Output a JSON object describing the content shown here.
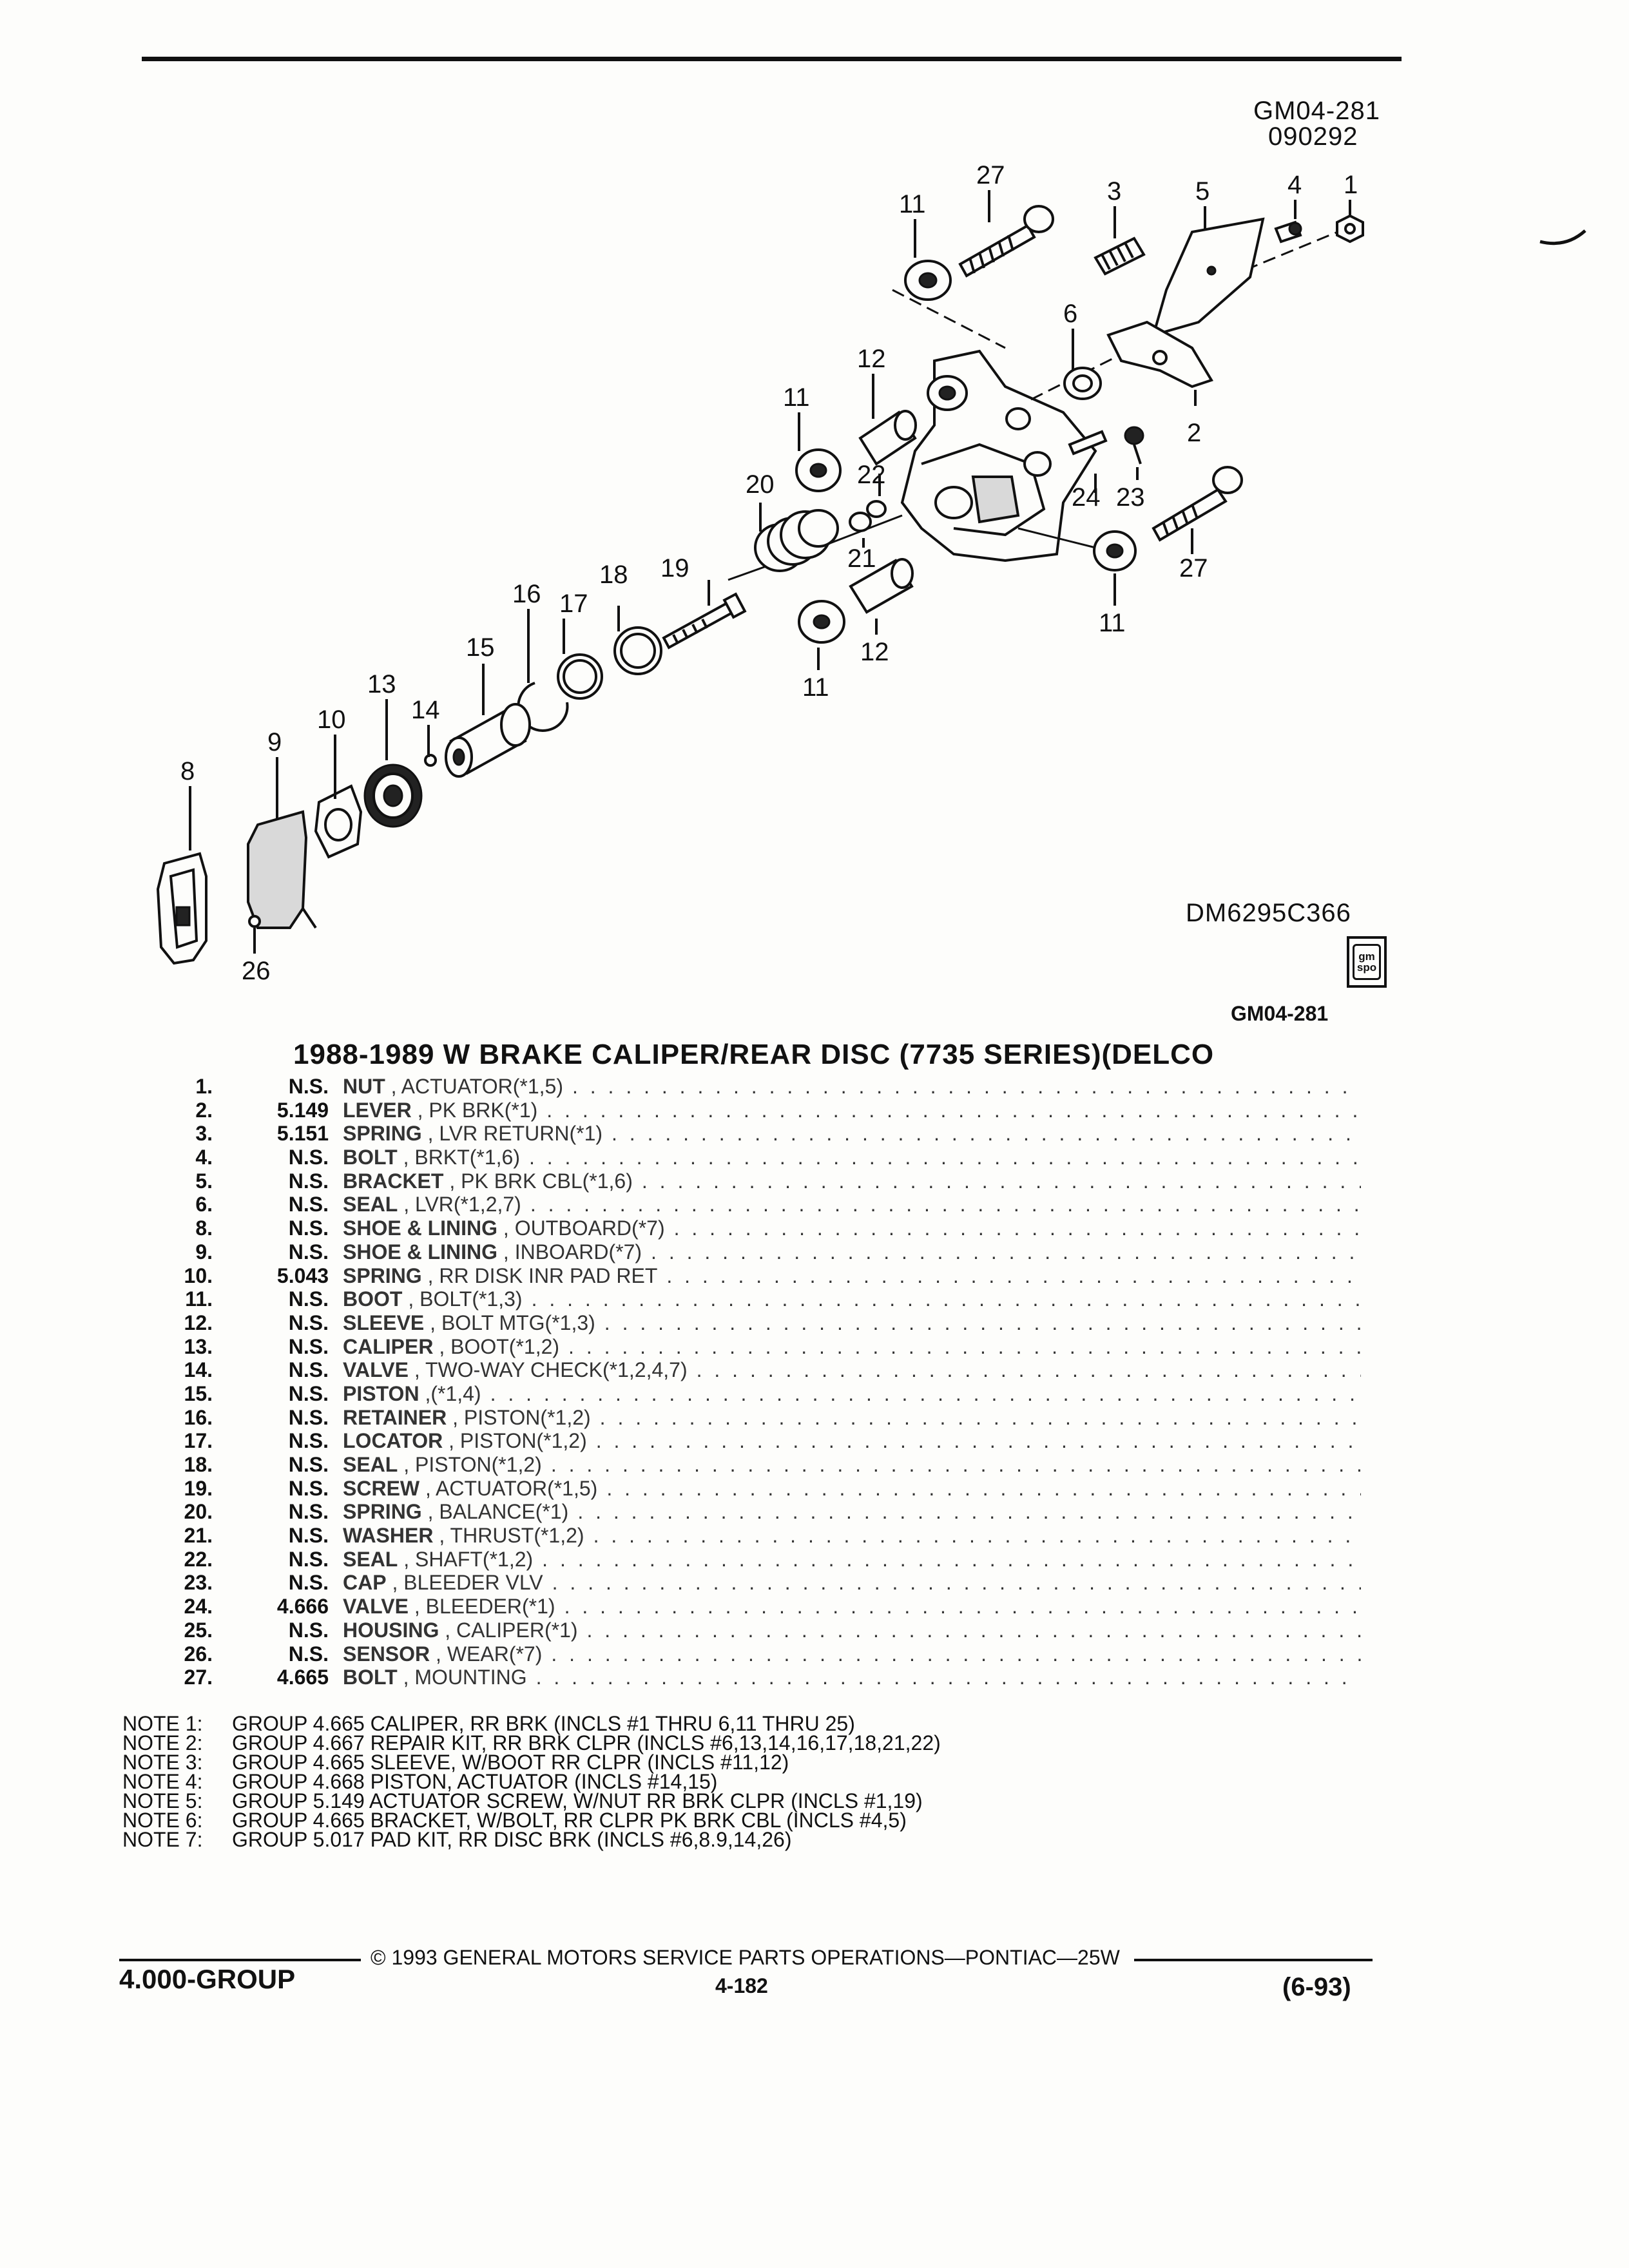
{
  "header": {
    "code1": "GM04-281",
    "code2": "090292"
  },
  "diagram": {
    "figure_id": "DM6295C366",
    "badge_text": "gm spo",
    "callouts": [
      "1",
      "2",
      "3",
      "4",
      "5",
      "6",
      "8",
      "9",
      "10",
      "11",
      "11",
      "11",
      "11",
      "12",
      "12",
      "13",
      "14",
      "15",
      "16",
      "17",
      "18",
      "19",
      "20",
      "21",
      "22",
      "23",
      "24",
      "26",
      "27",
      "27"
    ]
  },
  "section": {
    "code": "GM04-281",
    "title": "1988-1989 W BRAKE CALIPER/REAR DISC (7735 SERIES)(DELCO"
  },
  "parts": [
    {
      "num": "1.",
      "group": "N.S.",
      "name": "NUT",
      "desc": ", ACTUATOR(*1,5)"
    },
    {
      "num": "2.",
      "group": "5.149",
      "name": "LEVER",
      "desc": ", PK BRK(*1)"
    },
    {
      "num": "3.",
      "group": "5.151",
      "name": "SPRING",
      "desc": ", LVR RETURN(*1)"
    },
    {
      "num": "4.",
      "group": "N.S.",
      "name": "BOLT",
      "desc": ", BRKT(*1,6)"
    },
    {
      "num": "5.",
      "group": "N.S.",
      "name": "BRACKET",
      "desc": ", PK BRK CBL(*1,6)"
    },
    {
      "num": "6.",
      "group": "N.S.",
      "name": "SEAL",
      "desc": ", LVR(*1,2,7)"
    },
    {
      "num": "8.",
      "group": "N.S.",
      "name": "SHOE & LINING",
      "desc": ", OUTBOARD(*7)"
    },
    {
      "num": "9.",
      "group": "N.S.",
      "name": "SHOE & LINING",
      "desc": ", INBOARD(*7)"
    },
    {
      "num": "10.",
      "group": "5.043",
      "name": "SPRING",
      "desc": ", RR DISK INR PAD RET"
    },
    {
      "num": "11.",
      "group": "N.S.",
      "name": "BOOT",
      "desc": ", BOLT(*1,3)"
    },
    {
      "num": "12.",
      "group": "N.S.",
      "name": "SLEEVE",
      "desc": ", BOLT MTG(*1,3)"
    },
    {
      "num": "13.",
      "group": "N.S.",
      "name": "CALIPER",
      "desc": ", BOOT(*1,2)"
    },
    {
      "num": "14.",
      "group": "N.S.",
      "name": "VALVE",
      "desc": ", TWO-WAY CHECK(*1,2,4,7)"
    },
    {
      "num": "15.",
      "group": "N.S.",
      "name": "PISTON",
      "desc": ",(*1,4)"
    },
    {
      "num": "16.",
      "group": "N.S.",
      "name": "RETAINER",
      "desc": ", PISTON(*1,2)"
    },
    {
      "num": "17.",
      "group": "N.S.",
      "name": "LOCATOR",
      "desc": ", PISTON(*1,2)"
    },
    {
      "num": "18.",
      "group": "N.S.",
      "name": "SEAL",
      "desc": ", PISTON(*1,2)"
    },
    {
      "num": "19.",
      "group": "N.S.",
      "name": "SCREW",
      "desc": ", ACTUATOR(*1,5)"
    },
    {
      "num": "20.",
      "group": "N.S.",
      "name": "SPRING",
      "desc": ", BALANCE(*1)"
    },
    {
      "num": "21.",
      "group": "N.S.",
      "name": "WASHER",
      "desc": ", THRUST(*1,2)"
    },
    {
      "num": "22.",
      "group": "N.S.",
      "name": "SEAL",
      "desc": ", SHAFT(*1,2)"
    },
    {
      "num": "23.",
      "group": "N.S.",
      "name": "CAP",
      "desc": ", BLEEDER VLV"
    },
    {
      "num": "24.",
      "group": "4.666",
      "name": "VALVE",
      "desc": ", BLEEDER(*1)"
    },
    {
      "num": "25.",
      "group": "N.S.",
      "name": "HOUSING",
      "desc": ", CALIPER(*1)"
    },
    {
      "num": "26.",
      "group": "N.S.",
      "name": "SENSOR",
      "desc": ", WEAR(*7)"
    },
    {
      "num": "27.",
      "group": "4.665",
      "name": "BOLT",
      "desc": ", MOUNTING"
    }
  ],
  "notes": [
    {
      "label": "NOTE  1:",
      "text": "GROUP 4.665 CALIPER, RR BRK (INCLS #1 THRU 6,11 THRU 25)"
    },
    {
      "label": "NOTE  2:",
      "text": "GROUP 4.667 REPAIR KIT, RR BRK CLPR (INCLS #6,13,14,16,17,18,21,22)"
    },
    {
      "label": "NOTE  3:",
      "text": "GROUP 4.665 SLEEVE, W/BOOT RR CLPR (INCLS #11,12)"
    },
    {
      "label": "NOTE  4:",
      "text": "GROUP 4.668 PISTON, ACTUATOR (INCLS #14,15)"
    },
    {
      "label": "NOTE  5:",
      "text": "GROUP 5.149 ACTUATOR SCREW, W/NUT RR BRK CLPR (INCLS #1,19)"
    },
    {
      "label": "NOTE  6:",
      "text": "GROUP 4.665 BRACKET, W/BOLT, RR CLPR PK BRK CBL (INCLS #4,5)"
    },
    {
      "label": "NOTE  7:",
      "text": "GROUP 5.017 PAD KIT, RR DISC BRK (INCLS #6,8.9,14,26)"
    }
  ],
  "footer": {
    "group": "4.000-GROUP",
    "copyright": "© 1993 GENERAL MOTORS SERVICE PARTS OPERATIONS—PONTIAC—25W",
    "page": "4-182",
    "date": "(6-93)"
  }
}
